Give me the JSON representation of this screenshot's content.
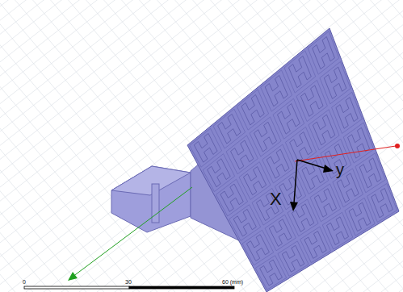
{
  "diagram": {
    "labels": [
      "X",
      "y",
      "0",
      "30",
      "60 (mm)"
    ]
  }
}
